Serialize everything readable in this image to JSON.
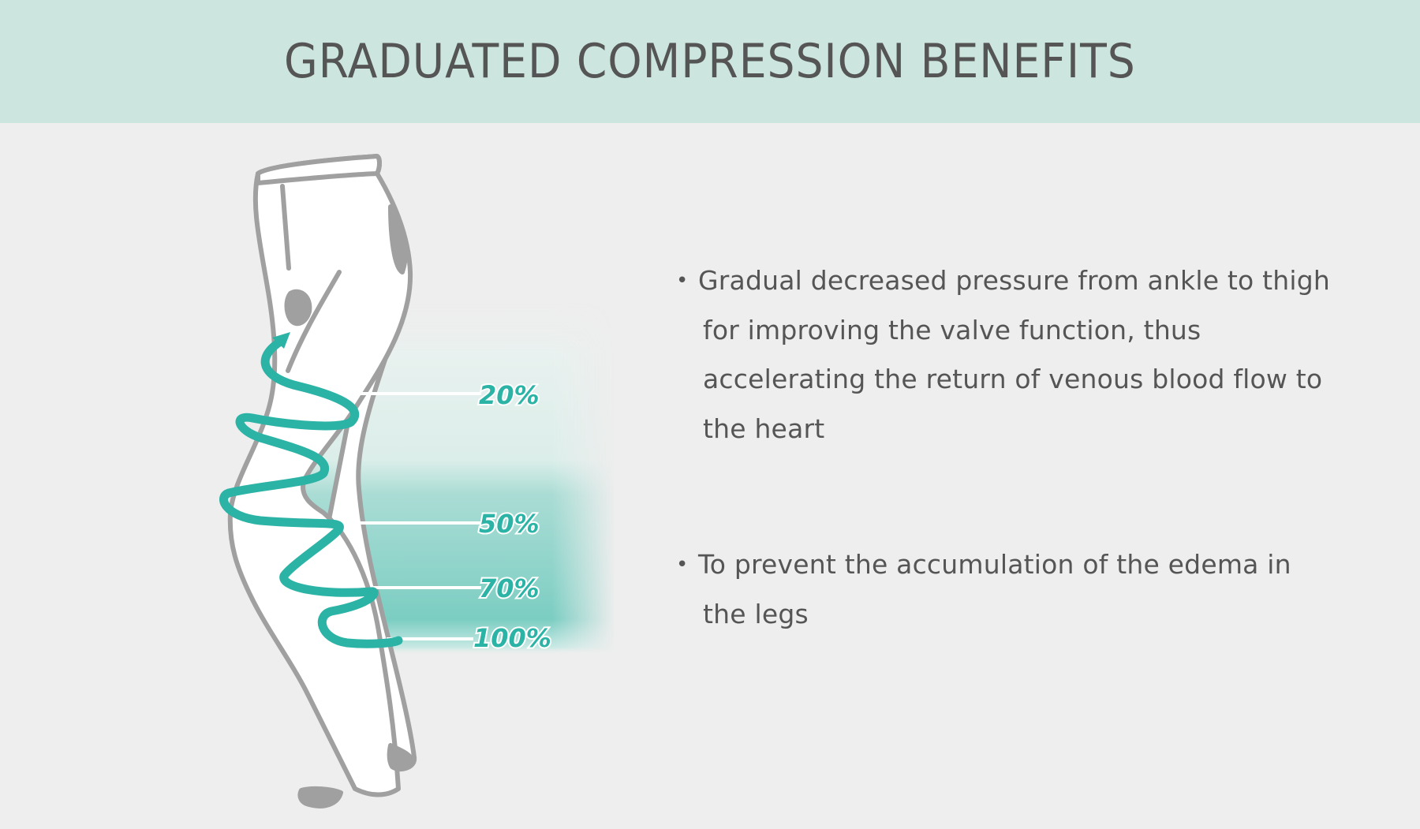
{
  "header": {
    "title": "GRADUATED COMPRESSION BENEFITS"
  },
  "diagram": {
    "icon": "compression-tights-leg-icon",
    "accent_color": "#2bb3a6",
    "levels": [
      {
        "label": "20%",
        "value": 20
      },
      {
        "label": "50%",
        "value": 50
      },
      {
        "label": "70%",
        "value": 70
      },
      {
        "label": "100%",
        "value": 100
      }
    ]
  },
  "benefits": [
    {
      "bullet": "•",
      "lines": [
        "Gradual decreased pressure from ankle to thigh",
        "for improving the valve function, thus",
        "accelerating the return of venous blood flow to",
        "the heart"
      ]
    },
    {
      "bullet": "•",
      "lines": [
        "To prevent the accumulation of the edema in",
        "the legs"
      ]
    }
  ]
}
